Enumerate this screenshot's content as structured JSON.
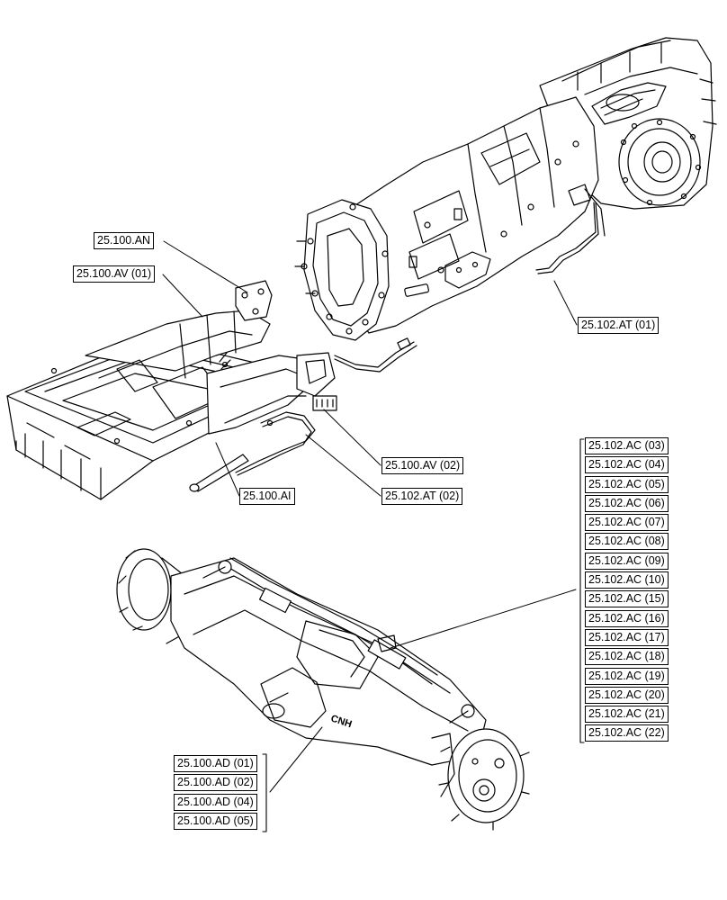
{
  "diagram": {
    "brand_mark": "CNH",
    "callouts": {
      "front_frame_an": "25.100.AN",
      "front_frame_av01": "25.100.AV (01)",
      "trans_pipe_at01": "25.102.AT (01)",
      "bracket_av02": "25.100.AV (02)",
      "pin_ai": "25.100.AI",
      "pipe_at02": "25.102.AT (02)"
    },
    "axle_group_ac": [
      "25.102.AC (03)",
      "25.102.AC (04)",
      "25.102.AC (05)",
      "25.102.AC (06)",
      "25.102.AC (07)",
      "25.102.AC (08)",
      "25.102.AC (09)",
      "25.102.AC (10)",
      "25.102.AC (15)",
      "25.102.AC (16)",
      "25.102.AC (17)",
      "25.102.AC (18)",
      "25.102.AC (19)",
      "25.102.AC (20)",
      "25.102.AC (21)",
      "25.102.AC (22)"
    ],
    "axle_group_ad": [
      "25.100.AD (01)",
      "25.100.AD (02)",
      "25.100.AD (04)",
      "25.100.AD (05)"
    ]
  }
}
